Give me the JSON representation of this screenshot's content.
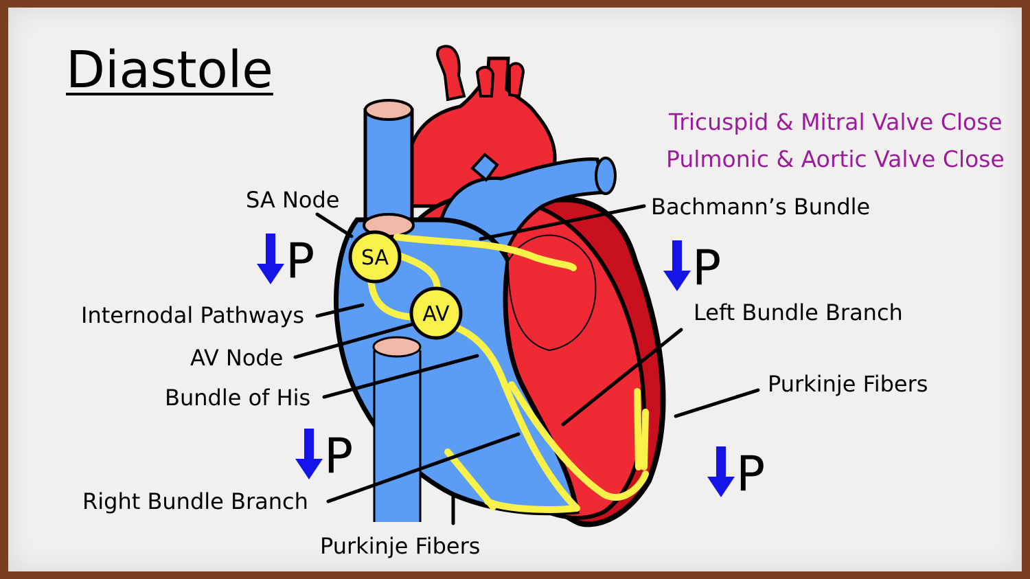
{
  "title": "Diastole",
  "notes": {
    "line1": "Tricuspid & Mitral Valve Close",
    "line2": "Pulmonic & Aortic Valve Close"
  },
  "nodes": {
    "sa": "SA",
    "av": "AV"
  },
  "labels": {
    "sa_node": "SA Node",
    "bachmanns_bundle": "Bachmann’s Bundle",
    "internodal_pathways": "Internodal Pathways",
    "av_node": "AV Node",
    "bundle_of_his": "Bundle of His",
    "left_bundle_branch": "Left Bundle Branch",
    "purkinje_fibers_right": "Purkinje Fibers",
    "right_bundle_branch": "Right Bundle Branch",
    "purkinje_fibers_bottom": "Purkinje Fibers"
  },
  "pressure_indicators": [
    {
      "letter": "P",
      "direction": "down"
    },
    {
      "letter": "P",
      "direction": "down"
    },
    {
      "letter": "P",
      "direction": "down"
    },
    {
      "letter": "P",
      "direction": "down"
    }
  ],
  "colors": {
    "deoxygenated": "#5b9cf5",
    "oxygenated": "#f02a35",
    "myocardium_dark": "#c8101e",
    "conduction": "#f7f14a",
    "arrow": "#1414e6",
    "note_text": "#9b1c9b",
    "valve": "#f0b8a8"
  }
}
